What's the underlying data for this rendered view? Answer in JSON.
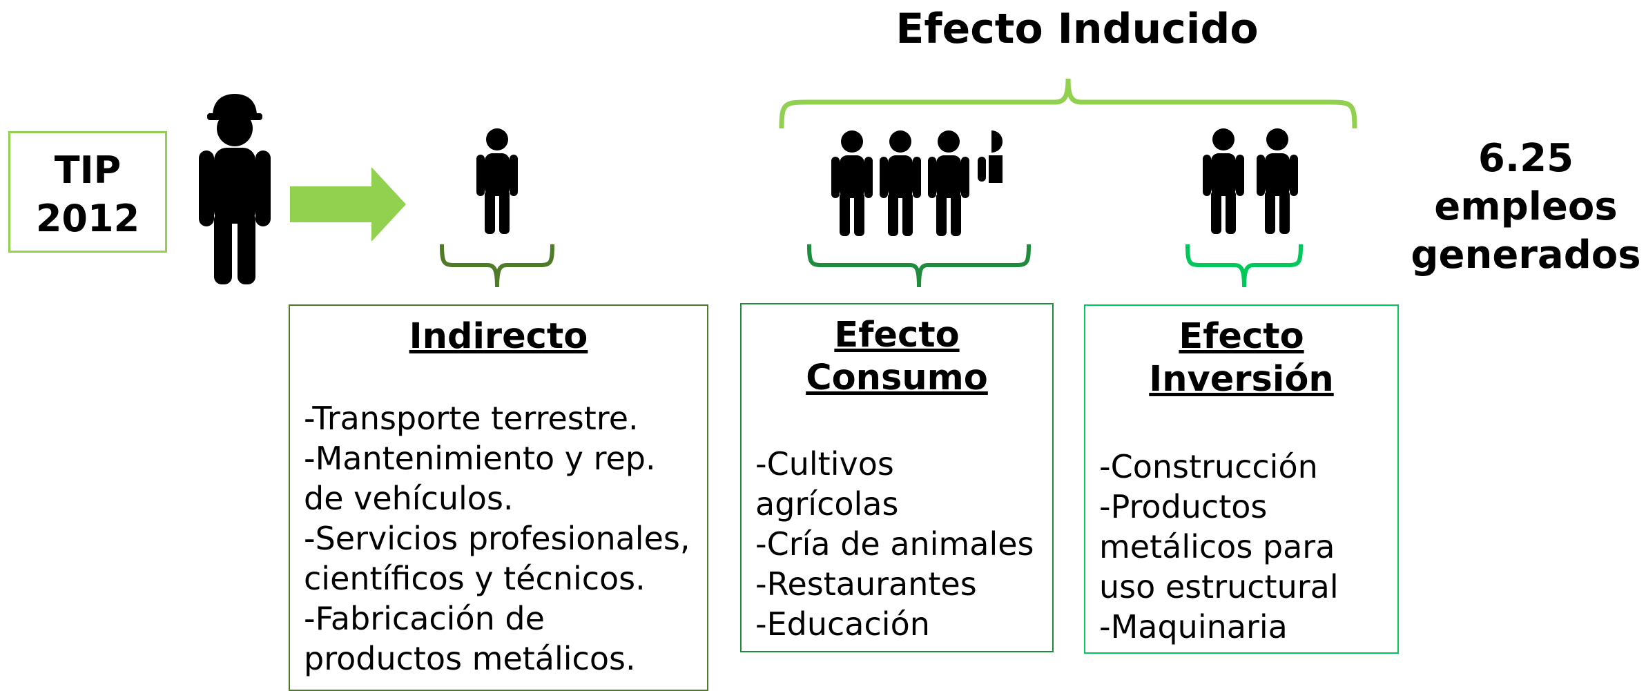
{
  "top_title": "Efecto Inducido",
  "tip_label": {
    "line1": "TIP",
    "line2": "2012"
  },
  "total": {
    "line1": "6.25",
    "line2": "empleos",
    "line3": "generados"
  },
  "boxes": {
    "indirecto": {
      "title": "Indirecto",
      "items": [
        "-Transporte terrestre.",
        "-Mantenimiento y rep.",
        "de vehículos.",
        "-Servicios profesionales,",
        "científicos y técnicos.",
        "-Fabricación de",
        "productos metálicos."
      ]
    },
    "consumo": {
      "title_line1": "Efecto",
      "title_line2": "Consumo",
      "items": [
        "-Cultivos",
        "agrícolas",
        "-Cría de animales",
        "-Restaurantes",
        "-Educación"
      ]
    },
    "inversion": {
      "title_line1": "Efecto",
      "title_line2": "Inversión",
      "items": [
        "-Construcción",
        "-Productos",
        "metálicos para",
        "uso estructural",
        "-Maquinaria"
      ]
    }
  },
  "colors": {
    "light_green": "#92d050",
    "dark_olive": "#4f7a28",
    "mid_green": "#1e8c3c",
    "bright_green": "#00c85a"
  },
  "icons": [
    "worker-with-hardhat-icon",
    "person-icon",
    "right-arrow-icon",
    "curly-brace-icon"
  ]
}
